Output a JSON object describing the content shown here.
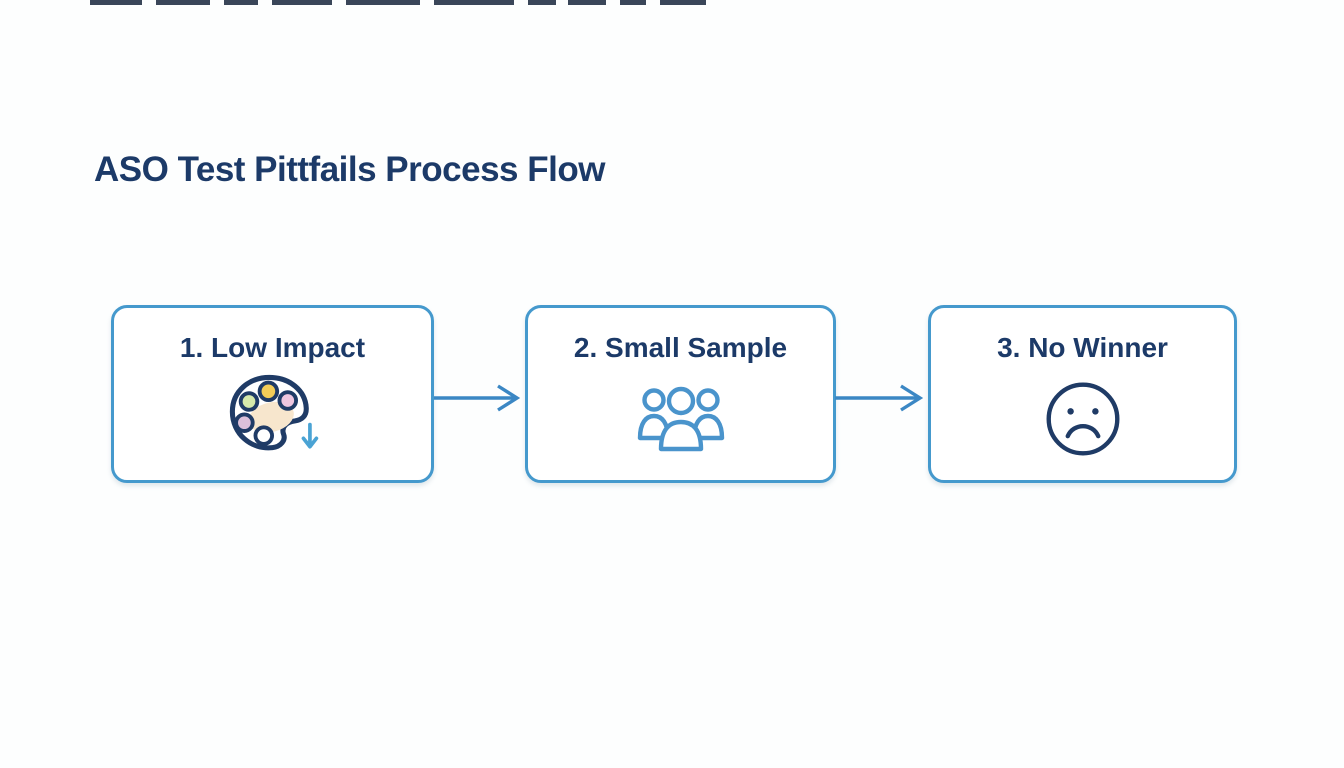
{
  "title": {
    "text": "ASO Test Pittfails Process Flow"
  },
  "flow": {
    "steps": [
      {
        "label": "1. Low Impact",
        "icon": "palette-icon"
      },
      {
        "label": "2. Small Sample",
        "icon": "people-icon"
      },
      {
        "label": "3. No Winner",
        "icon": "sad-face-icon"
      }
    ],
    "connectors": [
      {
        "icon": "arrow-right-icon"
      },
      {
        "icon": "arrow-right-icon"
      }
    ]
  },
  "colors": {
    "heading_text": "#1c3a68",
    "box_border": "#4599cd",
    "arrow": "#3b87c4",
    "people_icon_stroke": "#4a94cc",
    "dark_icon_stroke": "#1f3b66",
    "palette_dot_green": "#d6e9ab",
    "palette_dot_yellow": "#f3cd58",
    "palette_dot_pink": "#eec6df",
    "palette_dot_lavender": "#dcc0da",
    "palette_blob_peach": "#f7e6cd",
    "palette_arrow_blue": "#4aa3d4",
    "background": "#fdfefe"
  }
}
